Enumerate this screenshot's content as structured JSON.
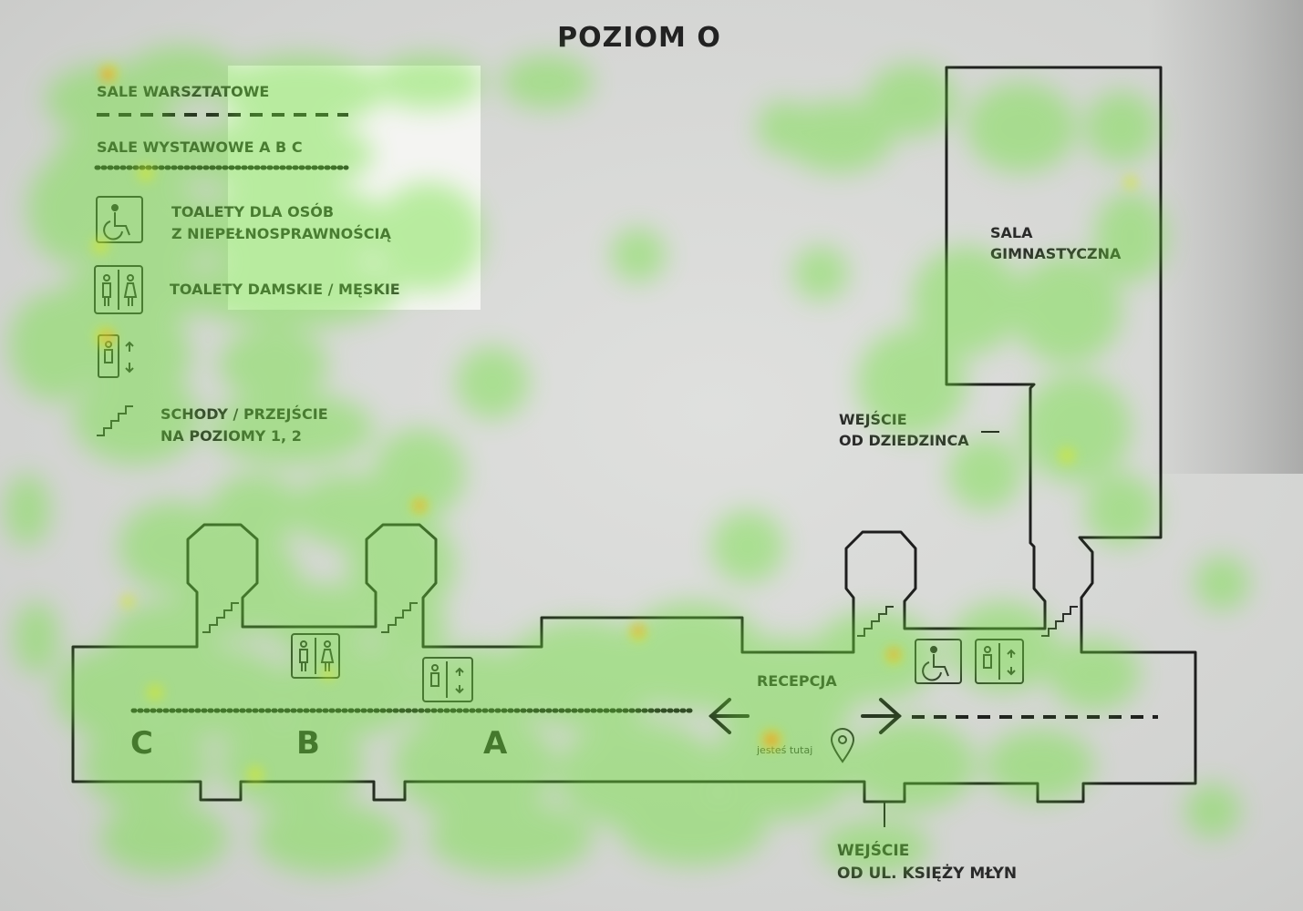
{
  "title": "POZIOM O",
  "legend": {
    "workshops": "SALE WARSZTATOWE",
    "exhibition": "SALE WYSTAWOWE A B C",
    "accessible_line1": "TOALETY DLA OSÓB",
    "accessible_line2": "Z NIEPEŁNOSPRAWNOŚCIĄ",
    "restrooms": "TOALETY DAMSKIE / MĘSKIE",
    "stairs_line1": "SCHODY / PRZEJŚCIE",
    "stairs_line2": "NA POZIOMY 1, 2"
  },
  "map": {
    "gym_line1": "SALA",
    "gym_line2": "GIMNASTYCZNA",
    "courtyard_line1": "WEJŚCIE",
    "courtyard_line2": "OD DZIEDZINCA",
    "reception": "RECEPCJA",
    "you_are_here": "jesteś tutaj",
    "street_line1": "WEJŚCIE",
    "street_line2": "OD UL. KSIĘŻY MŁYN",
    "zone_c": "C",
    "zone_b": "B",
    "zone_a": "A"
  },
  "icons": {
    "accessible": "wheelchair-icon",
    "restroom": "restroom-icon",
    "elevator": "elevator-icon",
    "stairs": "stairs-icon",
    "location": "location-pin-icon"
  },
  "colors": {
    "heat_low": "#6fe23a",
    "heat_mid": "#d6e82a",
    "heat_high": "#ff7a1a",
    "line": "#1e1e1e"
  }
}
